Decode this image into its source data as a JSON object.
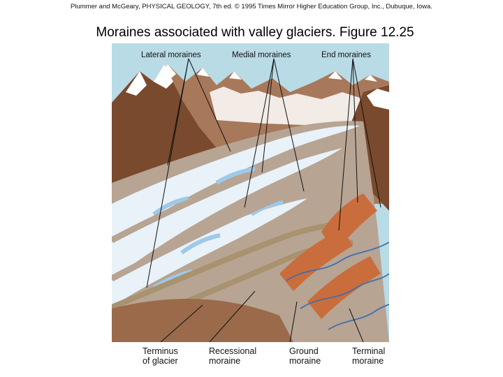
{
  "credit": "Plummer and McGeary, PHYSICAL GEOLOGY, 7th ed. © 1995 Times Mirror Higher Education Group, Inc., Dubuque, Iowa.",
  "title": "Moraines associated with valley glaciers. Figure 12.25",
  "labels": {
    "lateral": "Lateral moraines",
    "medial": "Medial moraines",
    "end": "End moraines",
    "terminus_line1": "Terminus",
    "terminus_line2": "of glacier",
    "recessional_line1": "Recessional",
    "recessional_line2": "moraine",
    "ground_line1": "Ground",
    "ground_line2": "moraine",
    "terminal_line1": "Terminal",
    "terminal_line2": "moraine"
  },
  "colors": {
    "sky": "#b9dbe6",
    "mountain_dark": "#7a4a2e",
    "mountain_mid": "#a8785a",
    "snow": "#ffffff",
    "ice": "#e8f2f8",
    "ice_blue": "#9ec9e8",
    "moraine": "#b7a493",
    "outwash": "#c96d3c",
    "stream": "#3c6fb0",
    "ground": "#9a6a4a"
  }
}
